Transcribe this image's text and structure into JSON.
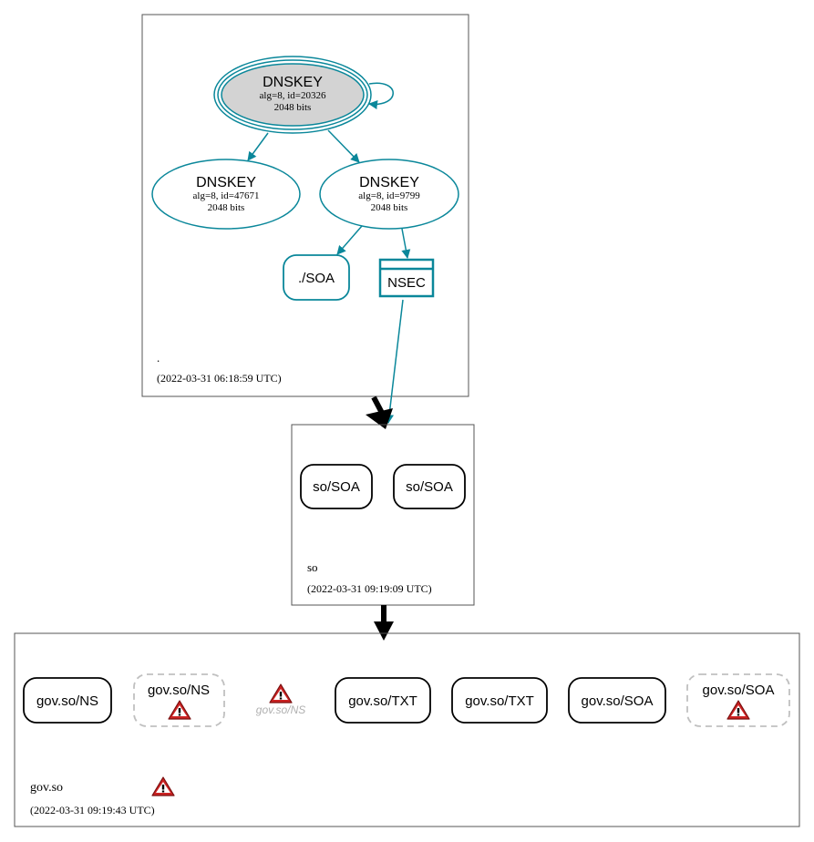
{
  "zones": {
    "root": {
      "name": ".",
      "timestamp": "(2022-03-31 06:18:59 UTC)"
    },
    "so": {
      "name": "so",
      "timestamp": "(2022-03-31 09:19:09 UTC)"
    },
    "gov_so": {
      "name": "gov.so",
      "timestamp": "(2022-03-31 09:19:43 UTC)"
    }
  },
  "root_nodes": {
    "ksk": {
      "title": "DNSKEY",
      "detail": "alg=8, id=20326",
      "bits": "2048 bits"
    },
    "zsk_a": {
      "title": "DNSKEY",
      "detail": "alg=8, id=47671",
      "bits": "2048 bits"
    },
    "zsk_b": {
      "title": "DNSKEY",
      "detail": "alg=8, id=9799",
      "bits": "2048 bits"
    },
    "soa": {
      "label": "./SOA"
    },
    "nsec": {
      "label": "NSEC"
    }
  },
  "so_nodes": {
    "soa1": {
      "label": "so/SOA"
    },
    "soa2": {
      "label": "so/SOA"
    }
  },
  "gov_nodes": {
    "ns": {
      "label": "gov.so/NS"
    },
    "ns_warn": {
      "label": "gov.so/NS"
    },
    "ns_faded": {
      "label": "gov.so/NS"
    },
    "txt1": {
      "label": "gov.so/TXT"
    },
    "txt2": {
      "label": "gov.so/TXT"
    },
    "soa": {
      "label": "gov.so/SOA"
    },
    "soa_warn": {
      "label": "gov.so/SOA"
    }
  },
  "colors": {
    "teal": "#0a879a",
    "black": "#000000",
    "key_fill": "#d3d3d3",
    "dashed_gray": "#c0c0c0",
    "faded_text": "#b0b0b0",
    "warning_red": "#cc2222"
  },
  "icons": {
    "warning": "warning-icon"
  }
}
